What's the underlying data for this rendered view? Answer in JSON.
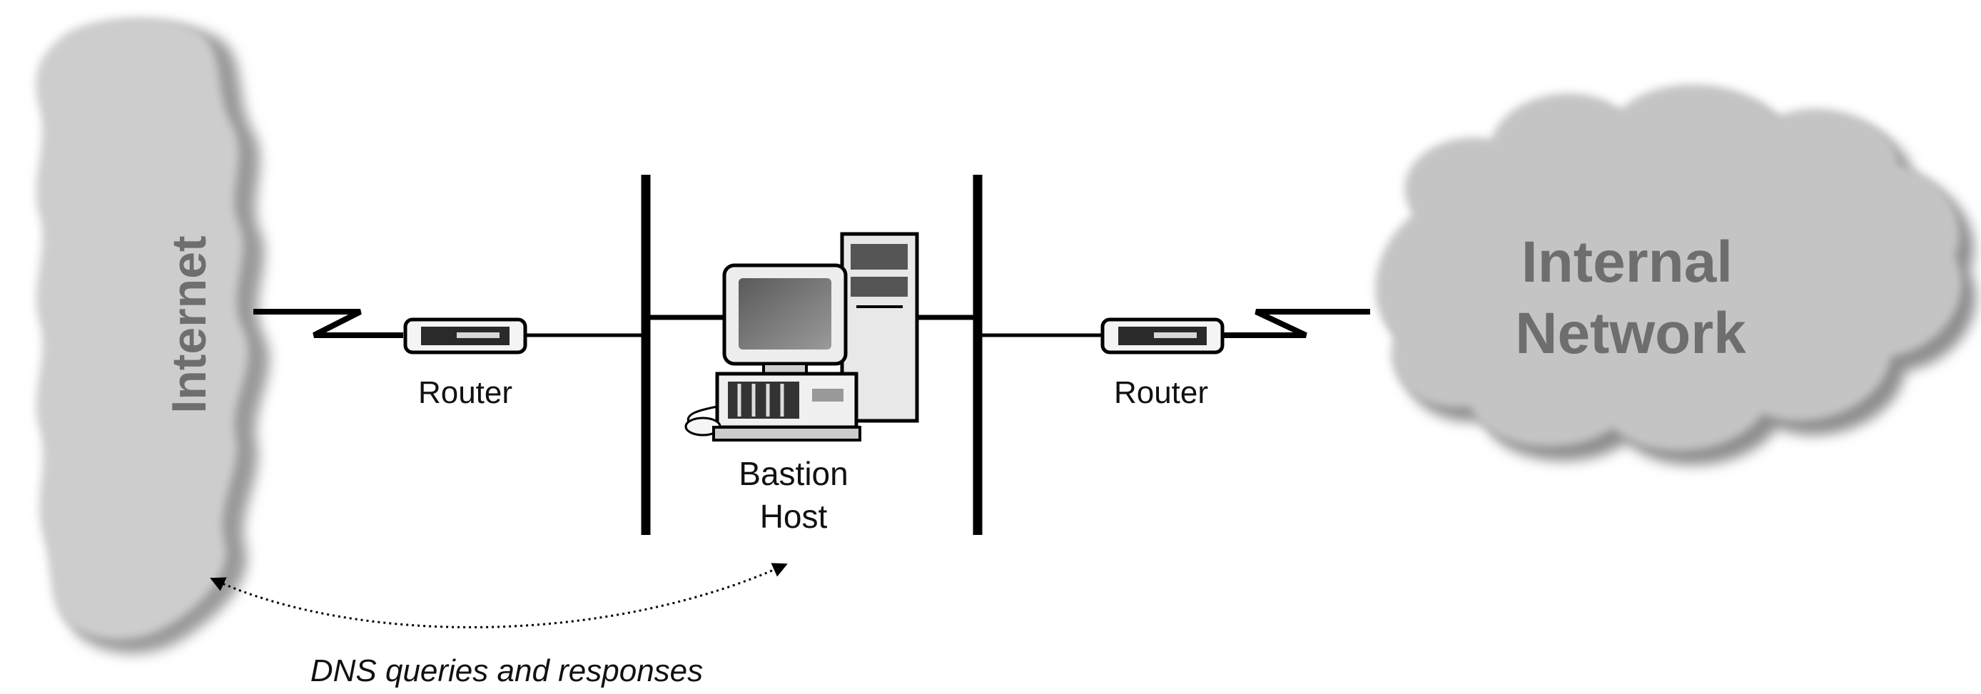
{
  "internet": {
    "label": "Internet"
  },
  "internal_network": {
    "label_line1": "Internal",
    "label_line2": "Network"
  },
  "router_left": {
    "label": "Router"
  },
  "router_right": {
    "label": "Router"
  },
  "bastion_host": {
    "label_line1": "Bastion",
    "label_line2": "Host"
  },
  "dns_flow": {
    "caption": "DNS queries and responses"
  },
  "colors": {
    "cloud_fill": "#c8c8c8",
    "cloud_label": "#6e6e6e",
    "line": "#000000",
    "shadow": "#8a8a8a"
  }
}
